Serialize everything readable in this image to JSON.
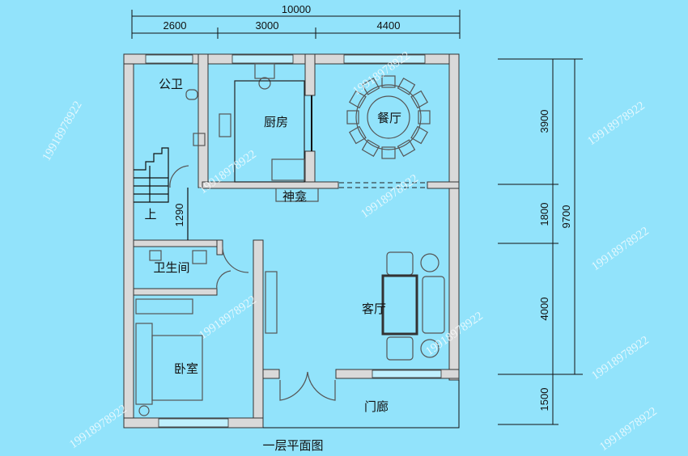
{
  "title": "一层平面图",
  "dimensions": {
    "top_total": "10000",
    "top_segments": [
      "2600",
      "3000",
      "4400"
    ],
    "right_total": "9700",
    "right_segments": [
      "3900",
      "1800",
      "4000",
      "1500"
    ],
    "stair_dim": "1290"
  },
  "rooms": {
    "public_toilet": "公卫",
    "kitchen": "厨房",
    "dining": "餐厅",
    "shrine": "神龛",
    "stair_up": "上",
    "bathroom": "卫生间",
    "living": "客厅",
    "bedroom": "卧室",
    "porch": "门廊"
  },
  "watermark": "19918978922",
  "colors": {
    "background": "#92e3fb",
    "wall": "#d9d9d9"
  }
}
